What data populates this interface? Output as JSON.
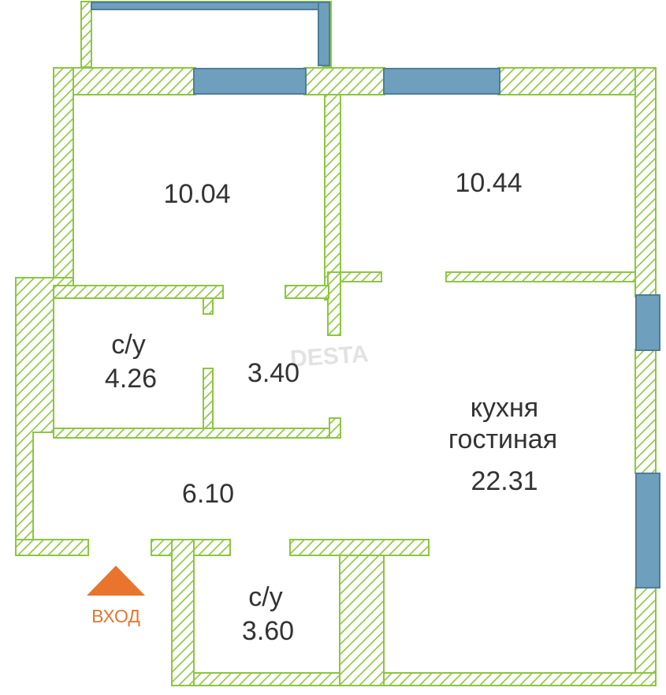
{
  "colors": {
    "wall_fill": "#ffffff",
    "wall_stroke": "#8cc63f",
    "window_fill": "#6ea0bd",
    "window_stroke": "#4e7d98",
    "entrance_marker": "#e8742e",
    "label_text": "#333333"
  },
  "rooms": {
    "bedroom_left": {
      "area": "10.04"
    },
    "bedroom_right": {
      "area": "10.44"
    },
    "bathroom_top": {
      "name": "с/у",
      "area": "4.26"
    },
    "corridor": {
      "area": "3.40"
    },
    "kitchen_living": {
      "name_line1": "кухня",
      "name_line2": "гостиная",
      "area": "22.31"
    },
    "hallway": {
      "area": "6.10"
    },
    "bathroom_bottom": {
      "name": "с/у",
      "area": "3.60"
    }
  },
  "entrance": {
    "label": "ВХОД",
    "icon": "triangle-up-icon"
  },
  "watermark": {
    "text": "DESTA"
  }
}
